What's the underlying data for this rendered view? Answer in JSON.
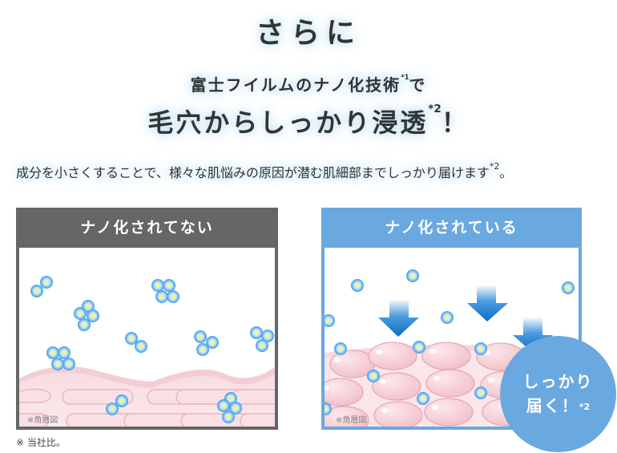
{
  "heading": {
    "intro": "さらに",
    "line1": "富士フイルムのナノ化技術",
    "line1_note": "*1",
    "line1_end": "で",
    "line2": "毛穴からしっかり浸透",
    "line2_note": "*2",
    "line2_end": "！"
  },
  "description": {
    "text": "成分を小さくすることで、様々な肌悩みの原因が潜む肌細部までしっかり届けます",
    "note": "*2",
    "end": "。"
  },
  "panels": [
    {
      "title": "ナノ化されてない",
      "note": "※角層図",
      "color": "#666666"
    },
    {
      "title": "ナノ化されている",
      "note": "※角層図",
      "color": "#6aa8e0"
    }
  ],
  "badge": {
    "line1": "しっかり",
    "line2": "届く！",
    "note": "*2",
    "color": "#6aa8e0"
  },
  "footnote": "※ 当社比。",
  "colors": {
    "particle_outer": "#3a9be8",
    "particle_core": "#f2f25a",
    "arrow": "#0a6fc2",
    "skin": "#f6d6dc"
  }
}
